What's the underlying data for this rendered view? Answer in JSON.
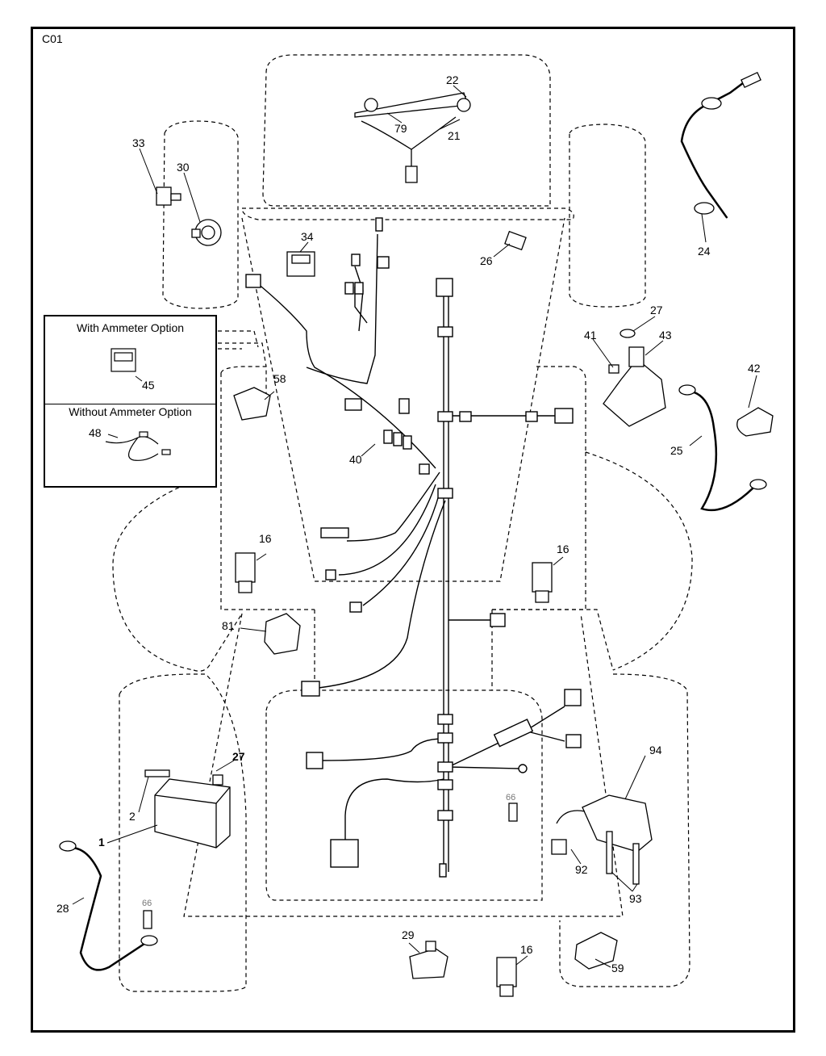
{
  "page_code": "C01",
  "inset": {
    "with_ammeter": "With Ammeter Option",
    "without_ammeter": "Without Ammeter Option",
    "with_part": "45",
    "without_part": "48"
  },
  "callouts": {
    "c22": "22",
    "c79": "79",
    "c21": "21",
    "c33": "33",
    "c30": "30",
    "c24": "24",
    "c34": "34",
    "c26": "26",
    "c27a": "27",
    "c41": "41",
    "c43": "43",
    "c42": "42",
    "c58": "58",
    "c40": "40",
    "c25": "25",
    "c16a": "16",
    "c16b": "16",
    "c81": "81",
    "c27b": "27",
    "c94": "94",
    "c2": "2",
    "c1": "1",
    "c66a": "66",
    "c92": "92",
    "c93": "93",
    "c28": "28",
    "c66b": "66",
    "c29": "29",
    "c16c": "16",
    "c59": "59"
  }
}
